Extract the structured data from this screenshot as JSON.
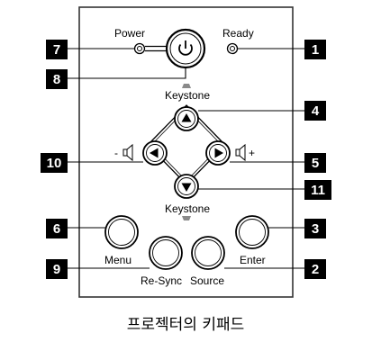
{
  "labels": {
    "power": "Power",
    "ready": "Ready",
    "keystone_top": "Keystone",
    "keystone_bottom": "Keystone",
    "volume_minus": "-",
    "volume_plus": "+",
    "menu": "Menu",
    "resync": "Re-Sync",
    "source": "Source",
    "enter": "Enter"
  },
  "callouts": {
    "power_led": "7",
    "power_button": "8",
    "ready_led": "1",
    "keystone_up": "4",
    "volume_left": "10",
    "volume_right": "5",
    "keystone_down": "11",
    "menu": "6",
    "enter": "3",
    "resync": "9",
    "source": "2"
  },
  "icons": {
    "power_button": "power-icon",
    "up": "triangle-up-icon",
    "down": "triangle-down-icon",
    "left": "triangle-left-icon",
    "right": "triangle-right-icon",
    "speaker_left": "speaker-icon",
    "speaker_right": "speaker-icon"
  },
  "caption": "프로젝터의 키패드",
  "colors": {
    "ink": "#000000",
    "panel_border": "#333333",
    "indicator_gray": "#8a8a8a"
  }
}
